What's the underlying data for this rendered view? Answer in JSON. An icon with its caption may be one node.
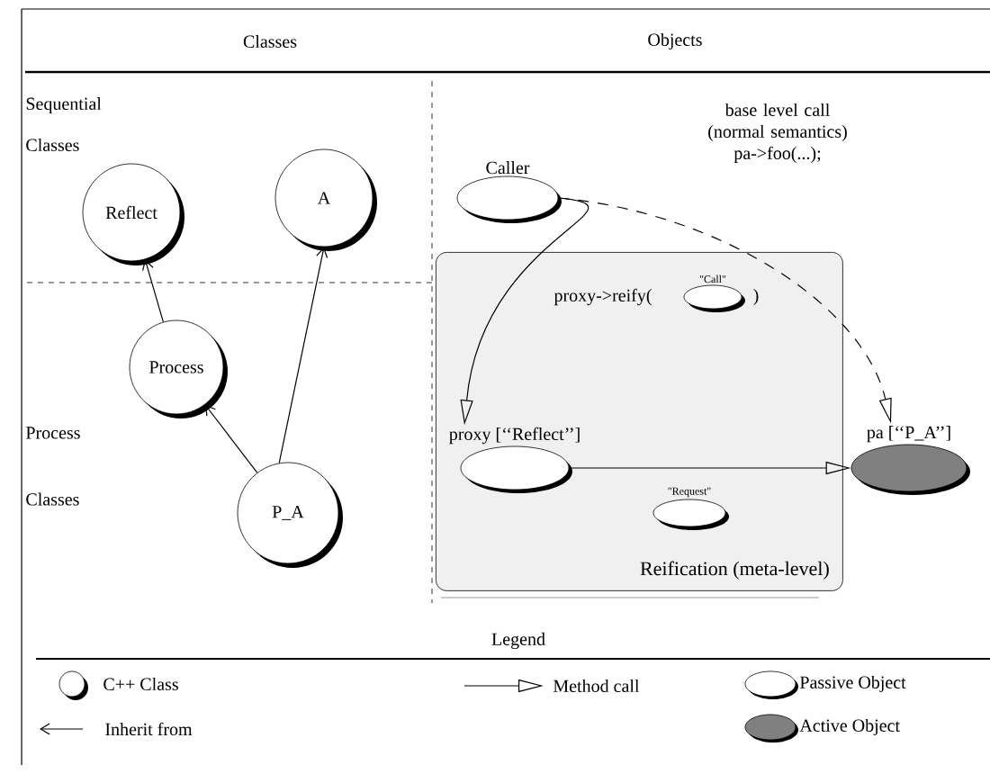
{
  "diagram": {
    "nodes": [
      {
        "text": [
          "Reflect"
        ]
      },
      {
        "text": [
          "A"
        ]
      },
      {
        "text": [
          "Process"
        ]
      },
      {
        "text": [
          "P_A"
        ]
      },
      {
        "text": [
          "Caller"
        ]
      },
      {
        "text": [
          "Reification (meta-level)"
        ]
      },
      {
        "text": [
          "\"Call\""
        ],
        "in": 5
      },
      {
        "text": [
          "proxy [‘‘Reflect’’]"
        ],
        "in": 5
      },
      {
        "text": [
          "\"Request\""
        ],
        "in": 5
      },
      {
        "text": [
          "pa [‘‘P_A’’]"
        ]
      }
    ],
    "edges": [
      {
        "from": 2,
        "to": 0,
        "arrow": "to"
      },
      {
        "from": 3,
        "to": 2,
        "arrow": "to"
      },
      {
        "from": 3,
        "to": 1,
        "arrow": "to"
      },
      {
        "from": 4,
        "to": 9,
        "arrow": "to",
        "style": "dashed",
        "label": "base level call (normal semantics) pa->foo(...);"
      },
      {
        "from": 4,
        "to": 7,
        "arrow": "to"
      },
      {
        "from": 7,
        "to": 9,
        "arrow": "to"
      }
    ],
    "labels": [
      "Classes",
      "Objects",
      "Sequential Classes",
      "Process Classes",
      "proxy->reify(",
      ")",
      "Legend"
    ],
    "legend": [
      {
        "text": "C++ Class"
      },
      {
        "text": "Method call"
      },
      {
        "text": "Passive Object"
      },
      {
        "text": "Inherit from"
      },
      {
        "text": "Active Object",
        "color": "#808080"
      }
    ]
  }
}
